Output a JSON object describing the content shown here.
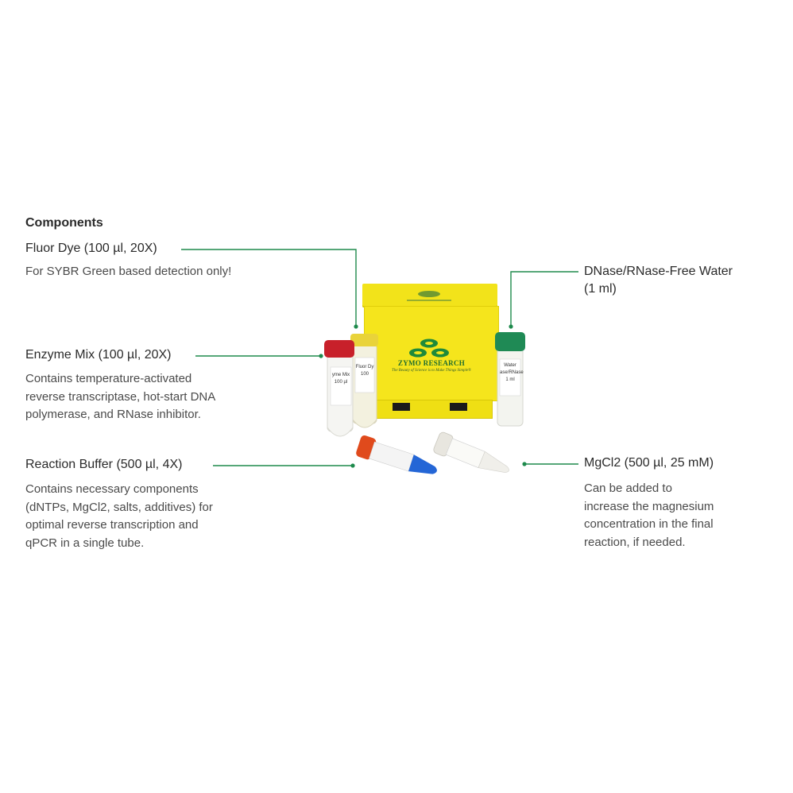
{
  "heading": "Components",
  "components": {
    "fluor_dye": {
      "name": "Fluor Dye (100 µl, 20X)",
      "desc": [
        "For SYBR Green based detection only!"
      ]
    },
    "enzyme_mix": {
      "name": "Enzyme Mix (100 µl, 20X)",
      "desc": [
        "Contains temperature-activated",
        "reverse transcriptase, hot-start DNA",
        "polymerase, and RNase inhibitor."
      ]
    },
    "reaction_buffer": {
      "name": "Reaction Buffer (500 µl, 4X)",
      "desc": [
        "Contains necessary components",
        "(dNTPs, MgCl2, salts, additives) for",
        "optimal reverse transcription and",
        "qPCR in a single tube."
      ]
    },
    "water": {
      "name": [
        "DNase/RNase-Free Water",
        "(1 ml)"
      ]
    },
    "mgcl2": {
      "name": "MgCl2 (500 µl, 25 mM)",
      "desc": [
        "Can be added to",
        "increase the magnesium",
        "concentration in the final",
        "reaction, if needed."
      ]
    }
  },
  "product": {
    "brand": "ZYMO RESEARCH",
    "tagline": "The Beauty of Science is to Make Things Simple®",
    "tube_labels": {
      "enzyme": [
        "yme Mix",
        "100 µl"
      ],
      "fluor": [
        "Fluor Dy",
        "100"
      ],
      "water": [
        "Water",
        "ase/RNase",
        "1 ml"
      ]
    }
  },
  "colors": {
    "callout_line": "#1e8a4c",
    "box_yellow": "#f5e51c",
    "cap_red": "#c8202a",
    "cap_green": "#1f8a55",
    "cap_yellow": "#e9d33a",
    "buffer_blue": "#2466d6",
    "buffer_cap": "#e04a1c"
  }
}
